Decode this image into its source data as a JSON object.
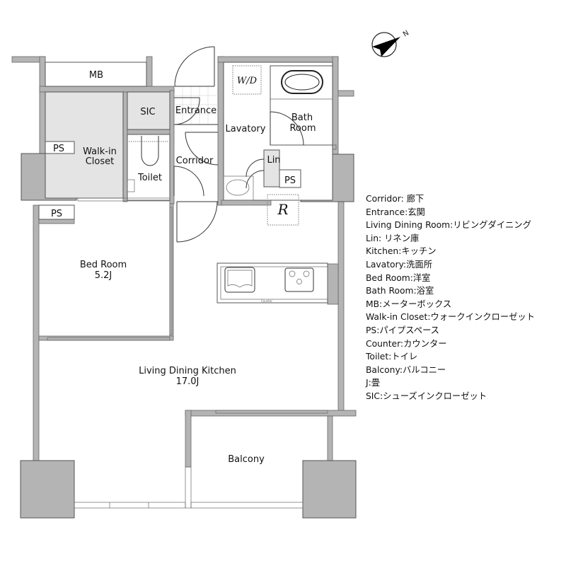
{
  "rooms": {
    "mb": "MB",
    "sic": "SIC",
    "entrance": "Entrance",
    "lavatory": "Lavatory",
    "wd": "W/D",
    "bath": [
      "Bath",
      "Room"
    ],
    "walkin": [
      "Walk-in",
      "Closet"
    ],
    "ps": "PS",
    "toilet": "Toilet",
    "corridor": "Corridor",
    "lin": "Lin",
    "r": "R",
    "bedroom": {
      "name": "Bed Room",
      "size": "5.2J"
    },
    "ldk": {
      "name": "Living Dining Kitchen",
      "size": "17.0J"
    },
    "counter": "Counter",
    "balcony": "Balcony"
  },
  "compass": {
    "north_label": "N"
  },
  "legend": [
    "Corridor: 廊下",
    "Entrance:玄関",
    "Living Dining Room:リビングダイニング",
    "Lin: リネン庫",
    "Kitchen:キッチン",
    "Lavatory:洗面所",
    "Bed Room:洋室",
    "Bath Room:浴室",
    "MB:メーターボックス",
    "Walk-in Closet:ウォークインクローゼット",
    "PS:パイプスペース",
    "Counter:カウンター",
    "Toilet:トイレ",
    "Balcony:バルコニー",
    "J:畳",
    "SIC:シューズインクローゼット"
  ],
  "colors": {
    "wall": "#b4b4b4",
    "storage": "#e4e4e4",
    "line": "#333333"
  }
}
